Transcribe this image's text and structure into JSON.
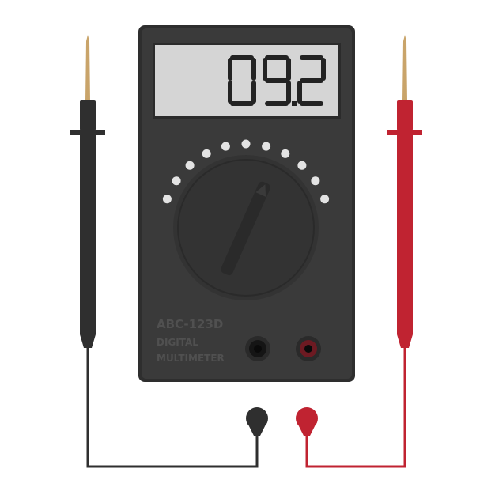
{
  "device": {
    "model": "ABC-123D",
    "type_line1": "DIGITAL",
    "type_line2": "MULTIMETER"
  },
  "display": {
    "reading": "09.2"
  },
  "dial": {
    "position_count": 11
  },
  "colors": {
    "body": "#3a3a3a",
    "body_outline": "#2e2e2e",
    "screen_bg": "#d5d5d5",
    "digit": "#232323",
    "dial": "#333333",
    "dot": "#e3e3e3",
    "label": "#505050",
    "probe_black": "#2f2f2f",
    "probe_red": "#c02331",
    "probe_tip": "#c9a46a",
    "wire_black": "#2f2f2f",
    "wire_red": "#c02331"
  },
  "icons": {
    "com_jack": "black-jack-icon",
    "vma_jack": "red-jack-icon"
  }
}
